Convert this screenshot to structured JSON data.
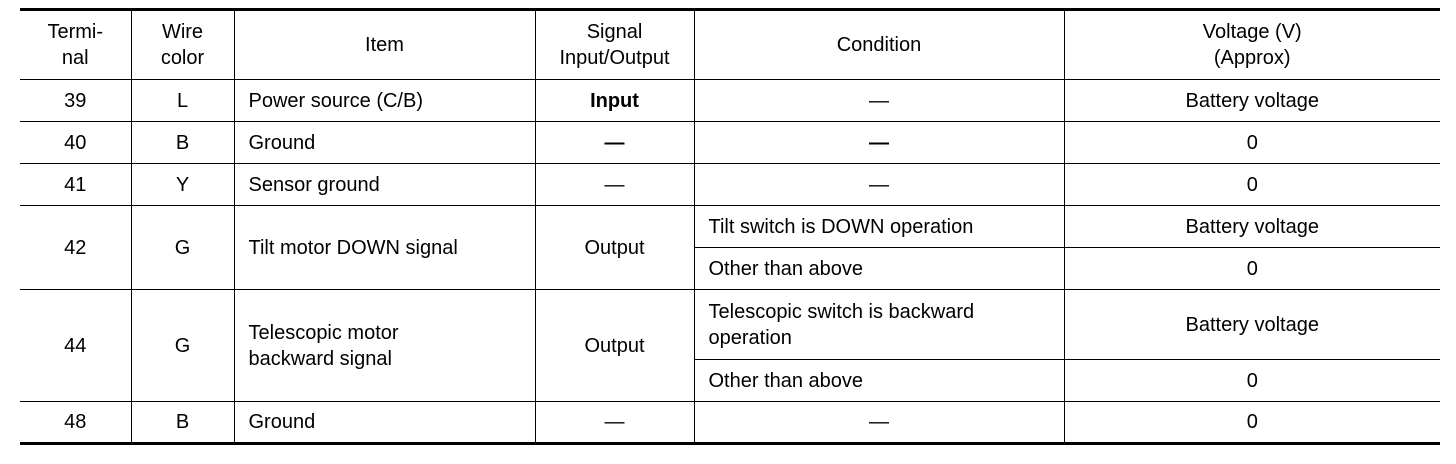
{
  "table": {
    "headers": {
      "terminal": "Termi-\nnal",
      "wire_color": "Wire\ncolor",
      "item": "Item",
      "signal": "Signal\nInput/Output",
      "condition": "Condition",
      "voltage": "Voltage (V)\n(Approx)"
    },
    "rows": [
      {
        "terminal": "39",
        "wire_color": "L",
        "item": "Power source (C/B)",
        "signal": "Input",
        "condition": "—",
        "voltage": "Battery voltage"
      },
      {
        "terminal": "40",
        "wire_color": "B",
        "item": "Ground",
        "signal": "—",
        "condition": "—",
        "voltage": "0"
      },
      {
        "terminal": "41",
        "wire_color": "Y",
        "item": "Sensor ground",
        "signal": "—",
        "condition": "—",
        "voltage": "0"
      },
      {
        "terminal": "42",
        "wire_color": "G",
        "item": "Tilt motor DOWN signal",
        "signal": "Output",
        "conditions": [
          {
            "condition": "Tilt switch is DOWN operation",
            "voltage": "Battery voltage"
          },
          {
            "condition": "Other than above",
            "voltage": "0"
          }
        ]
      },
      {
        "terminal": "44",
        "wire_color": "G",
        "item": "Telescopic motor\nbackward signal",
        "signal": "Output",
        "conditions": [
          {
            "condition": "Telescopic switch is backward\noperation",
            "voltage": "Battery voltage"
          },
          {
            "condition": "Other than above",
            "voltage": "0"
          }
        ]
      },
      {
        "terminal": "48",
        "wire_color": "B",
        "item": "Ground",
        "signal": "—",
        "condition": "—",
        "voltage": "0"
      }
    ]
  }
}
